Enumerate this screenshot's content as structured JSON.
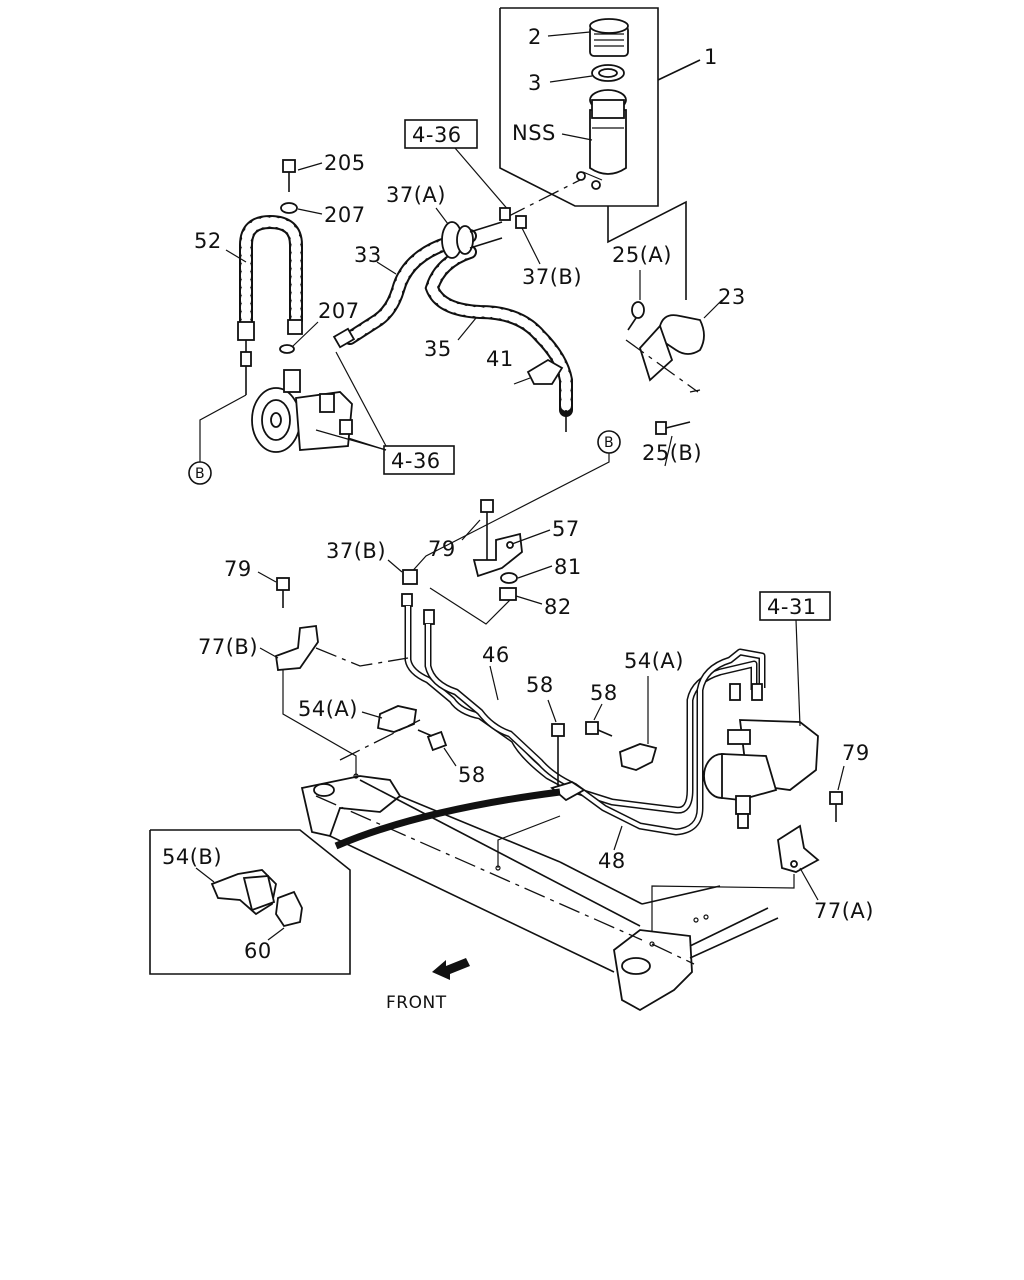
{
  "labels": {
    "p1": "1",
    "p2": "2",
    "p3": "3",
    "nss": "NSS",
    "p205": "205",
    "p207a": "207",
    "p207b": "207",
    "p52": "52",
    "ref436a": "4-36",
    "ref436b": "4-36",
    "ref431": "4-31",
    "p37a": "37(A)",
    "p37b_top": "37(B)",
    "p37b_mid": "37(B)",
    "p33": "33",
    "p35": "35",
    "p41": "41",
    "p25a": "25(A)",
    "p25b": "25(B)",
    "p23": "23",
    "circleB1": "B",
    "circleB2": "B",
    "p79a": "79",
    "p79b": "79",
    "p79c": "79",
    "p57": "57",
    "p81": "81",
    "p82": "82",
    "p77b": "77(B)",
    "p77a": "77(A)",
    "p46": "46",
    "p48": "48",
    "p54a1": "54(A)",
    "p54a2": "54(A)",
    "p54b": "54(B)",
    "p58a": "58",
    "p58b": "58",
    "p58c": "58",
    "p60": "60",
    "front": "FRONT"
  }
}
